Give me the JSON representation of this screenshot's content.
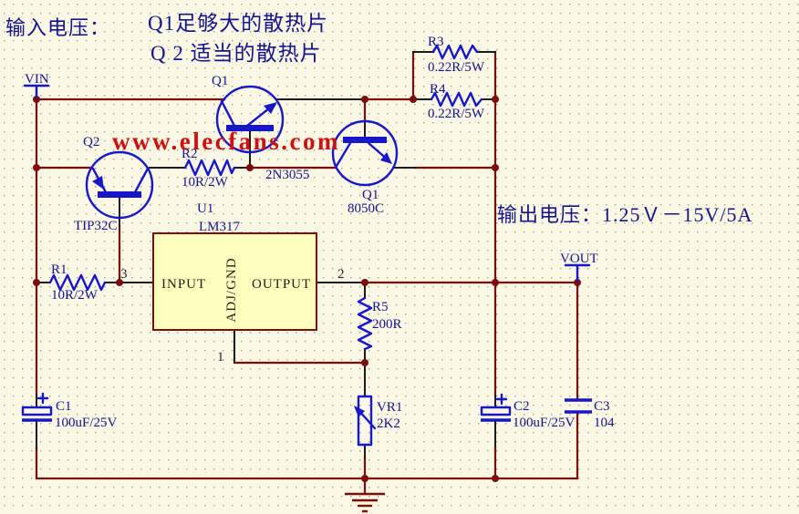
{
  "colors": {
    "background": "#faf7e4",
    "dot": "#a39f8d",
    "wire": "#7c0d0d",
    "pin_wire": "#1b1b1b",
    "component": "#1717c8",
    "label": "#14148c",
    "watermark": "#cc1111",
    "ic_fill": "#ffffbd"
  },
  "annotations": {
    "input_voltage": "输入电压：",
    "note_line1": "Q1足够大的散热片",
    "note_line2": "Q 2 适当的散热片",
    "output_voltage": "输出电压：1.25Ｖ－15V/5A",
    "watermark": "www.elecfans.com"
  },
  "ports": {
    "vin": "VIN",
    "vout": "VOUT"
  },
  "ic": {
    "ref": "U1",
    "value": "LM317",
    "pin_input": "INPUT",
    "pin_output": "OUTPUT",
    "pin_adj": "ADJ/GND",
    "pin1": "1",
    "pin2": "2",
    "pin3": "3"
  },
  "transistors": {
    "q1_top": {
      "ref": "Q1",
      "value": "2N3055"
    },
    "q1_right": {
      "ref": "Q1",
      "value": "8050C"
    },
    "q2": {
      "ref": "Q2",
      "value": "TIP32C"
    }
  },
  "resistors": {
    "r1": {
      "ref": "R1",
      "value": "10R/2W"
    },
    "r2": {
      "ref": "R2",
      "value": "10R/2W"
    },
    "r3": {
      "ref": "R3",
      "value": "0.22R/5W"
    },
    "r4": {
      "ref": "R4",
      "value": "0.22R/5W"
    },
    "r5": {
      "ref": "R5",
      "value": "200R"
    },
    "vr1": {
      "ref": "VR1",
      "value": "2K2"
    }
  },
  "capacitors": {
    "c1": {
      "ref": "C1",
      "value": "100uF/25V"
    },
    "c2": {
      "ref": "C2",
      "value": "100uF/25V"
    },
    "c3": {
      "ref": "C3",
      "value": "104"
    }
  }
}
